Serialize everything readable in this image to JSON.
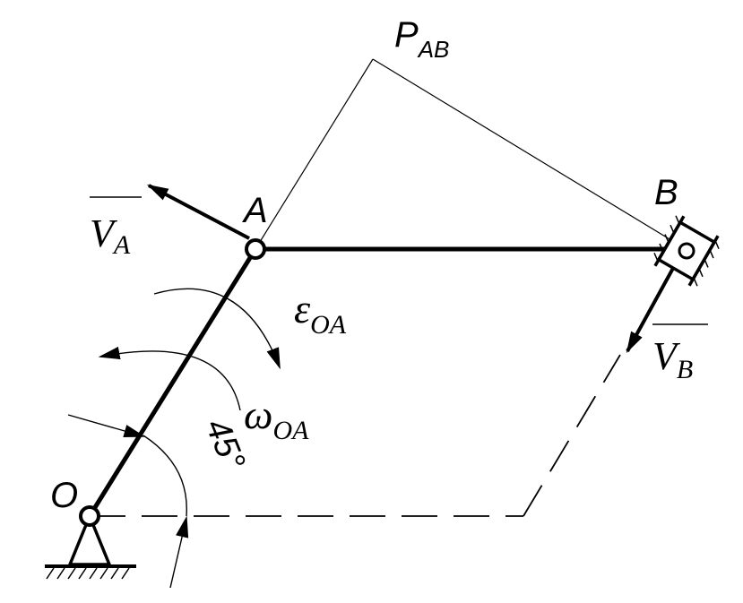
{
  "labels": {
    "p_ab_main": "P",
    "p_ab_sub": "AB",
    "point_a": "A",
    "point_b": "B",
    "point_o": "O",
    "va_main": "V",
    "va_sub": "A",
    "vb_main": "V",
    "vb_sub": "B",
    "eps_main": "ε",
    "eps_sub": "OA",
    "omega_main": "ω",
    "omega_sub": "OA",
    "angle": "45°"
  }
}
